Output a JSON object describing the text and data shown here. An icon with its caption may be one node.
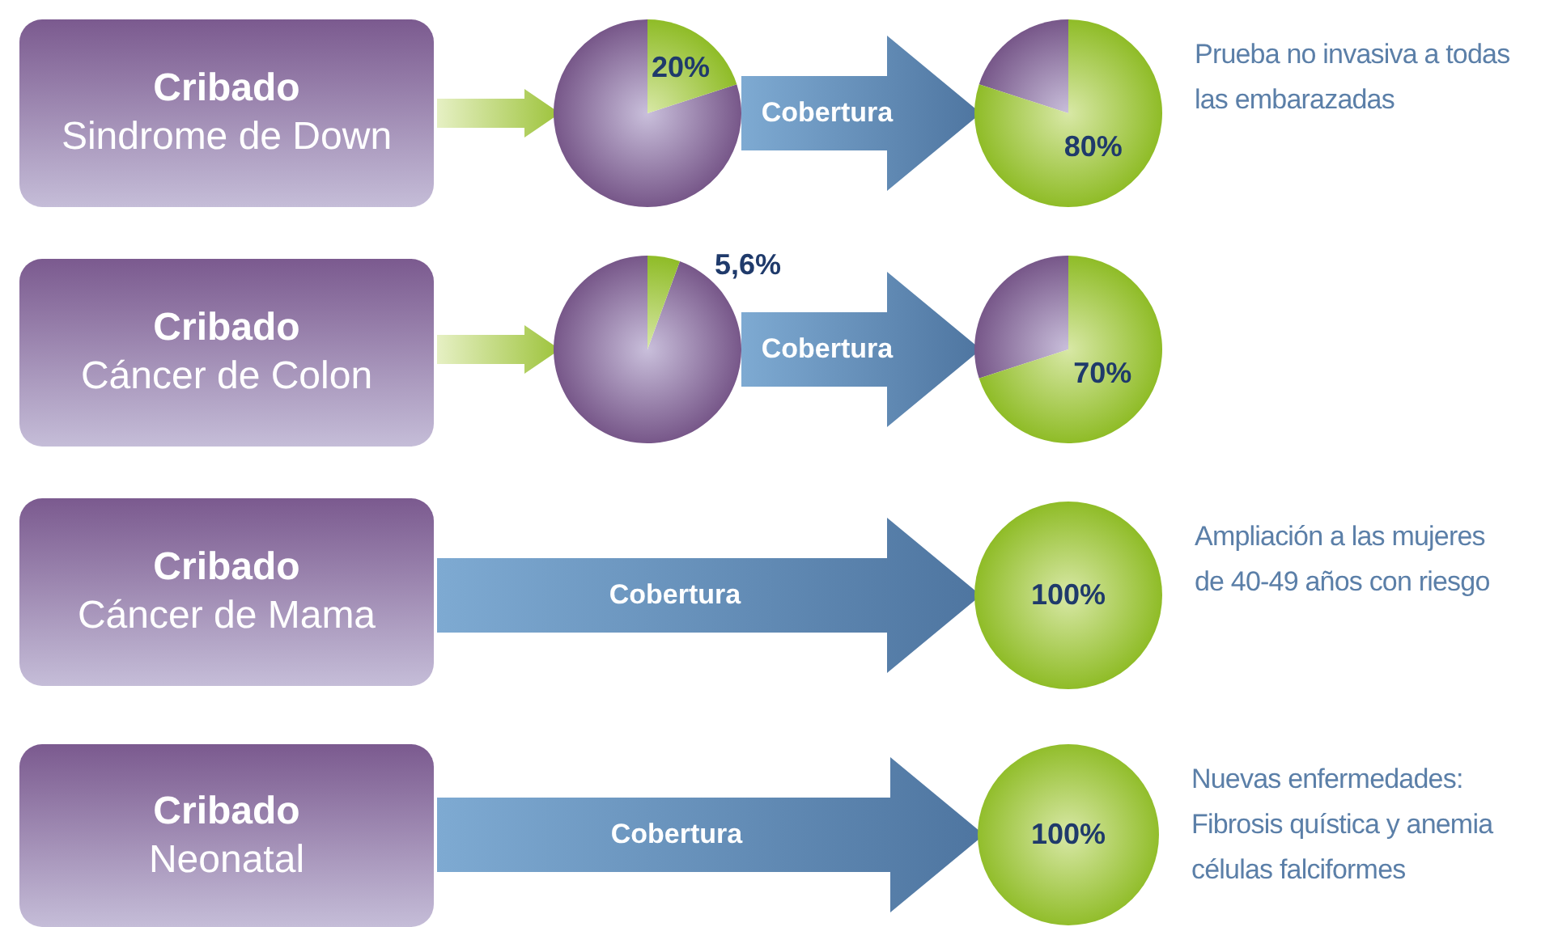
{
  "diagram": {
    "nodes": [
      {
        "text": [
          "Cribado",
          "Sindrome de Down"
        ]
      },
      {
        "text": [
          "20%"
        ]
      },
      {
        "text": [
          "80%"
        ],
        "beside": [
          "Prueba no invasiva a todas las embarazadas"
        ]
      },
      {
        "text": [
          "Cribado",
          "Cáncer de Colon"
        ]
      },
      {
        "text": [
          "5,6%"
        ]
      },
      {
        "text": [
          "70%"
        ]
      },
      {
        "text": [
          "Cribado",
          "Cáncer de Mama"
        ]
      },
      {
        "text": [
          "100%"
        ],
        "beside": [
          "Ampliación a las mujeres de 40-49 años con riesgo"
        ]
      },
      {
        "text": [
          "Cribado",
          "Neonatal"
        ]
      },
      {
        "text": [
          "100%"
        ],
        "beside": [
          "Nuevas enfermedades: Fibrosis quística y anemia células falciformes"
        ]
      }
    ],
    "edges": [
      {
        "from": 0,
        "to": 1,
        "arrow": "to",
        "color": "#9dc33b"
      },
      {
        "from": 1,
        "to": 2,
        "arrow": "to",
        "label": "Cobertura",
        "style": "thick"
      },
      {
        "from": 3,
        "to": 4,
        "arrow": "to",
        "color": "#9dc33b"
      },
      {
        "from": 4,
        "to": 5,
        "arrow": "to",
        "label": "Cobertura",
        "style": "thick"
      },
      {
        "from": 6,
        "to": 7,
        "arrow": "to",
        "label": "Cobertura",
        "style": "thick"
      },
      {
        "from": 8,
        "to": 9,
        "arrow": "to",
        "label": "Cobertura",
        "style": "thick"
      }
    ]
  }
}
